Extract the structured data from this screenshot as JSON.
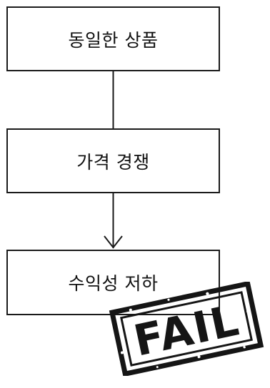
{
  "flow": {
    "steps": [
      {
        "label": "동일한 상품"
      },
      {
        "label": "가격 경쟁"
      },
      {
        "label": "수익성 저하"
      }
    ]
  },
  "stamp": {
    "text": "FAIL"
  },
  "colors": {
    "line": "#1a1a1a",
    "stamp": "#151515"
  }
}
